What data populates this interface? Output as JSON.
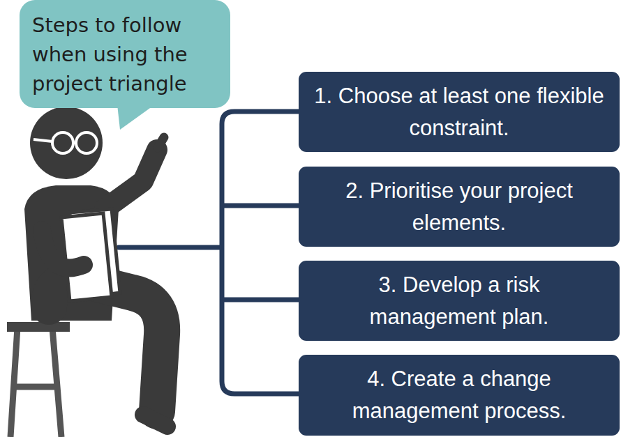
{
  "diagram": {
    "nodes": [
      {
        "text": [
          "Steps to follow when using the project triangle"
        ]
      },
      {
        "text": [
          "1. Choose at least one flexible constraint."
        ]
      },
      {
        "text": [
          "2. Prioritise your project elements."
        ]
      },
      {
        "text": [
          "3. Develop a risk management plan."
        ]
      },
      {
        "text": [
          "4. Create a change management process."
        ]
      }
    ]
  }
}
